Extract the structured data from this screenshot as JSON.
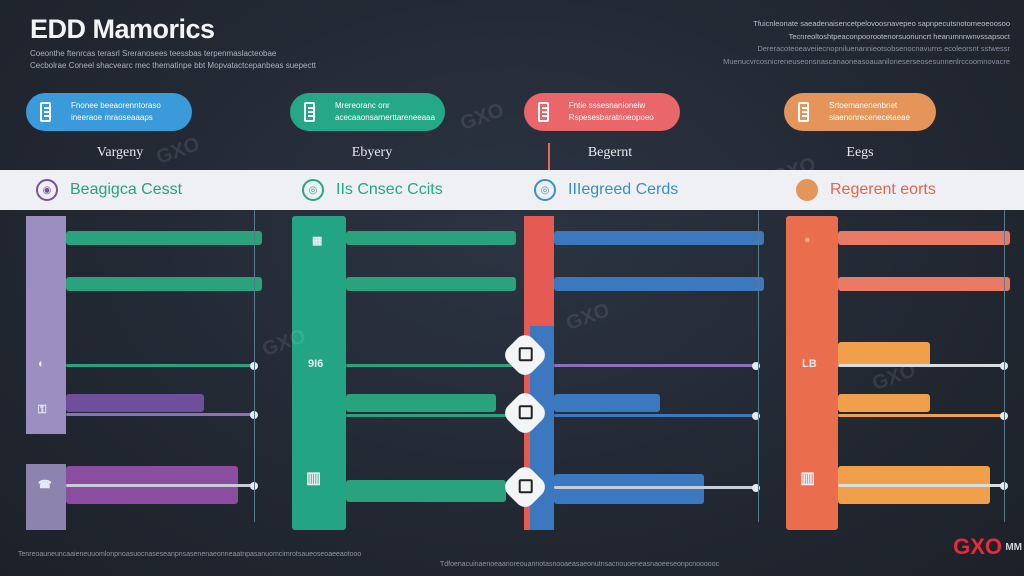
{
  "header": {
    "title": "EDD Mamorics",
    "subtitle_lines": [
      "Coeonthe ftenrcas terasrl Sreranosees teessbas terpenmaslacteobae",
      "Cecbolrae Coneel shacvearc mec thematinpe bbt Mopvatactcepanbeas suepectt"
    ],
    "top_right_lines": [
      "Tfuicnleonate saeadenaisencetpelovoosnavepeo sapnpecutsnotomeoeoosoo",
      "Tecnreoltoshtpeaconpoorootenorsuoriuncrt hearumnnwnvssapsoct",
      "Dereracoteoeaveiiecnopniluenannieotsobsenocnavurns ecoleorsnt sstwessr",
      "Muenucvrcosnicreneuseonsnascanaoneasoauaniloneserseosesunnenlrccoomnovacre"
    ]
  },
  "columns": [
    {
      "pill_text": "Fnonee beeaorenntoraso ineeraoe mraoseaaaps",
      "heading": "Vargeny",
      "band_label": "Beagigca Cesst",
      "color": "#3b9ad9"
    },
    {
      "pill_text": "Mrereoranc onr acecaaonsarnerttareneeaaa",
      "heading": "Ebyery",
      "band_label": "IIs Cnsec Ccits",
      "color": "#24a887"
    },
    {
      "pill_text": "Fntie sssesnanioneiw Rspesesbaratnoeopoeo",
      "heading": "Begernt",
      "band_label": "IIIegreed Cerds",
      "color": "#e9666a"
    },
    {
      "pill_text": "Srtoemanenenbnet siaenonrecenecetaeae",
      "heading": "Eegs",
      "band_label": "Regerent eorts",
      "color": "#e5955a"
    }
  ],
  "glyphs": {
    "col2_mid": "9I6",
    "col4_mid": "LB"
  },
  "footer": {
    "left": "Tenreoauneuncaaieneuuomlonpnoasuocnaseseanpnsasenenaeonneaatnpasanuomcimrotsaueoseoaeeaotooo",
    "center": "Tdfoenacuinaenoeaanoreouannotasnooaeasaeonutnsacnouoeneasnaoeeseonpcnoooooc"
  },
  "watermark": "GXO",
  "brand": {
    "logo": "GXO",
    "suffix": "MM"
  }
}
